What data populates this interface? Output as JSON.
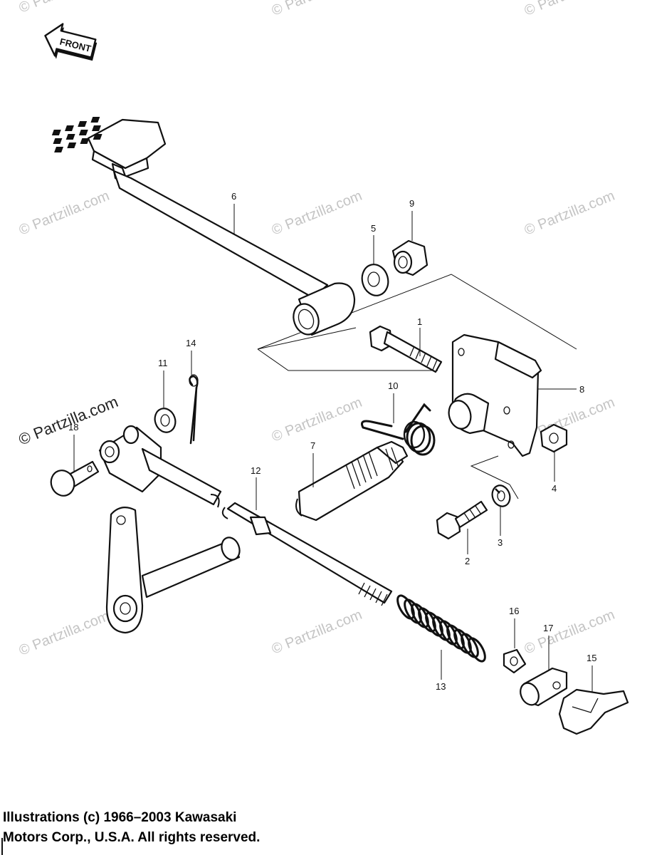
{
  "front_badge": "FRONT",
  "watermarks": [
    "© Partzilla.com",
    "© Partzilla.com",
    "© Partzilla.com",
    "© Partzilla.com",
    "© Partzilla.com",
    "© Partzilla.com",
    "© Partzilla.com",
    "© Partzilla.com",
    "© Partzilla.com",
    "© Partzilla.com",
    "© Partzilla.com",
    "© Partzilla.com"
  ],
  "callouts": {
    "p1": "1",
    "p2": "2",
    "p3": "3",
    "p4": "4",
    "p5": "5",
    "p6": "6",
    "p7": "7",
    "p8": "8",
    "p9": "9",
    "p10": "10",
    "p11": "11",
    "p12": "12",
    "p13": "13",
    "p14": "14",
    "p15": "15",
    "p16": "16",
    "p17": "17",
    "p18": "18"
  },
  "copyright": {
    "line1": "Illustrations (c) 1966–2003 Kawasaki",
    "line2": "Motors Corp., U.S.A.  All rights reserved."
  }
}
